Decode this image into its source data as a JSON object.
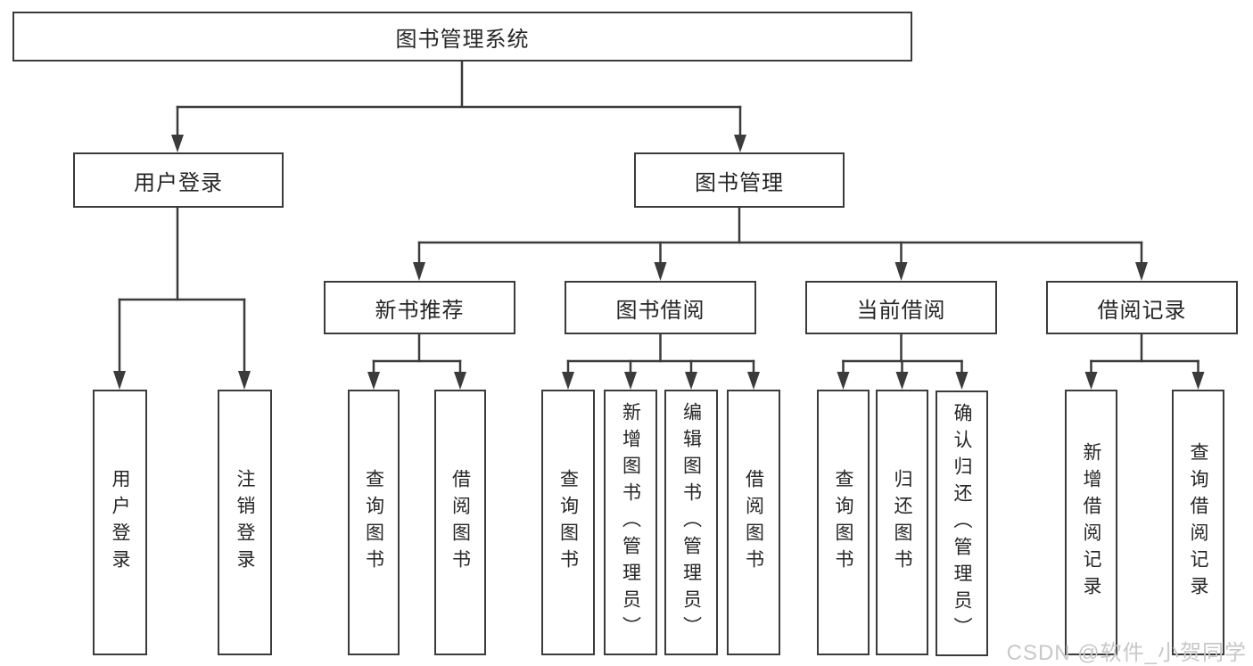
{
  "diagram_title": "图书管理系统",
  "tree": {
    "label": "图书管理系统",
    "children": [
      {
        "label": "用户登录",
        "children": [
          {
            "label": "用户登录"
          },
          {
            "label": "注销登录"
          }
        ]
      },
      {
        "label": "图书管理",
        "children": [
          {
            "label": "新书推荐",
            "children": [
              {
                "label": "查询图书"
              },
              {
                "label": "借阅图书"
              }
            ]
          },
          {
            "label": "图书借阅",
            "children": [
              {
                "label": "查询图书"
              },
              {
                "label": "新增图书（管理员）"
              },
              {
                "label": "编辑图书（管理员）"
              },
              {
                "label": "借阅图书"
              }
            ]
          },
          {
            "label": "当前借阅",
            "children": [
              {
                "label": "查询图书"
              },
              {
                "label": "归还图书"
              },
              {
                "label": "确认归还（管理员）"
              }
            ]
          },
          {
            "label": "借阅记录",
            "children": [
              {
                "label": "新增借阅记录"
              },
              {
                "label": "查询借阅记录"
              }
            ]
          }
        ]
      }
    ]
  },
  "watermark": {
    "text": "CSDN @软件_小贺同学"
  },
  "colors": {
    "line": "#3b3b3b",
    "box-border": "#3b3b3b",
    "box-bg": "#ffffff",
    "text": "#262626",
    "watermark": "#c8c8c8",
    "background": "#ffffff"
  }
}
